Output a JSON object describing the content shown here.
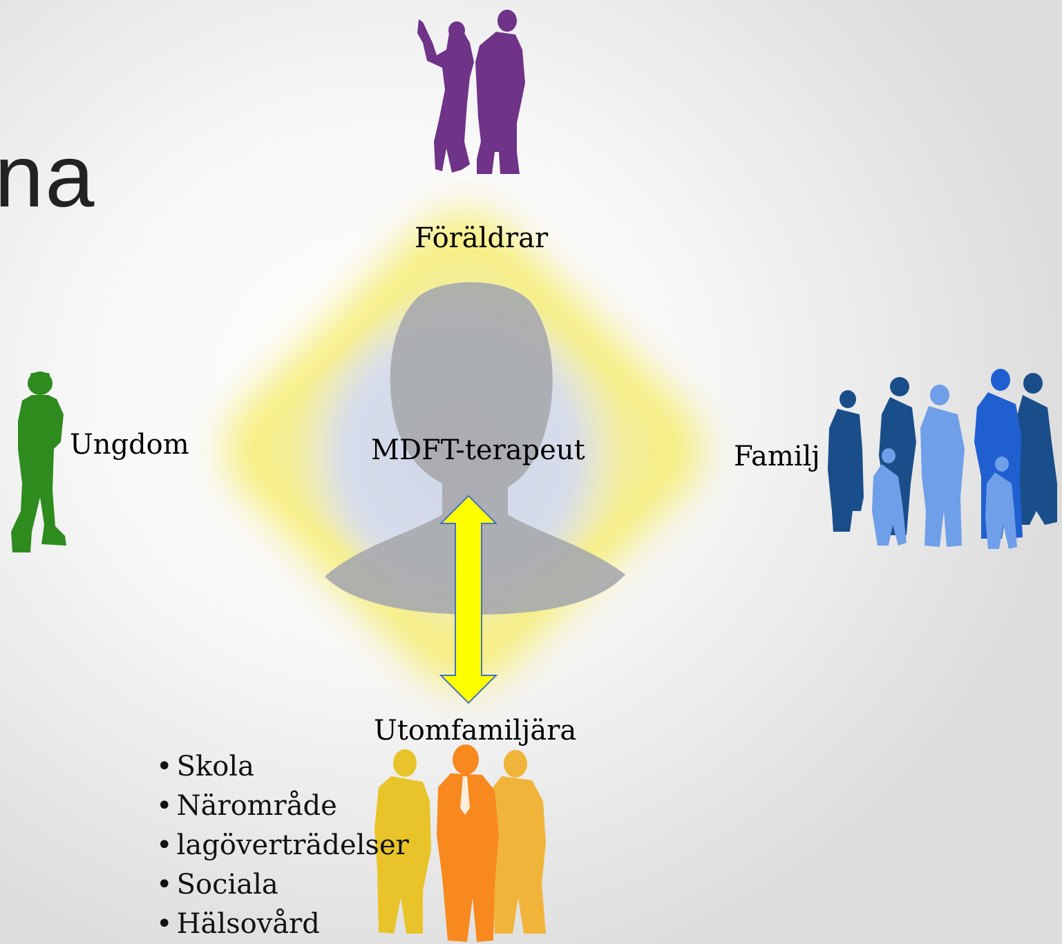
{
  "title_fragment": "na",
  "center_label": "MDFT-terapeut",
  "nodes": {
    "top": {
      "label": "Föräldrar",
      "icon": "parents-silhouette-icon",
      "color": "#6f3387"
    },
    "left": {
      "label": "Ungdom",
      "icon": "youth-silhouette-icon",
      "color": "#2e8b1e"
    },
    "right": {
      "label": "Familj",
      "icon": "family-silhouette-icon",
      "color": "#1f5fbf"
    },
    "bottom": {
      "label": "Utomfamiljära",
      "icon": "people-silhouette-icon",
      "color": "#f28c1c"
    }
  },
  "bullet_char": "•",
  "external_items": [
    "Skola",
    "Närområde",
    "lagöverträdelser",
    "Sociala",
    "Hälsovård"
  ],
  "colors": {
    "glow": "#f6ec6a",
    "arrow_fill": "#ffff00",
    "arrow_stroke": "#4472c4",
    "center_silhouette": "#a6a8ad"
  }
}
